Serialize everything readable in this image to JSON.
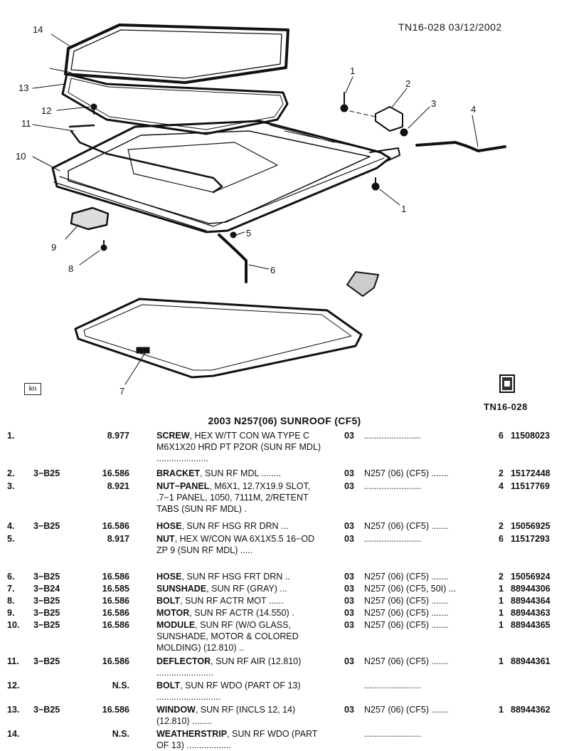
{
  "header": {
    "doc_id_date": "TN16-028  03/12/2002",
    "figure_ref": "TN16-028",
    "kn_label": "kn"
  },
  "callouts": [
    "1",
    "2",
    "3",
    "4",
    "1",
    "5",
    "6",
    "7",
    "8",
    "9",
    "10",
    "11",
    "12",
    "13",
    "14"
  ],
  "table": {
    "title": "2003 N257(06) SUNROOF (CF5)",
    "rows": [
      {
        "num": "1.",
        "ref": "",
        "grp": "8.977",
        "name": "SCREW",
        "desc": ", HEX W/TT CON WA TYPE C M6X1X20 HRD PT PZOR (SUN RF MDL) .....................",
        "yr": "03",
        "ser": ".......................",
        "qty": "6",
        "part": "11508023"
      },
      {
        "num": "2.",
        "ref": "3−B25",
        "grp": "16.586",
        "name": "BRACKET",
        "desc": ", SUN RF MDL ........",
        "yr": "03",
        "ser": "N257 (06) (CF5) .......",
        "qty": "2",
        "part": "15172448"
      },
      {
        "num": "3.",
        "ref": "",
        "grp": "8.921",
        "name": "NUT−PANEL",
        "desc": ", M6X1, 12.7X19.9 SLOT, .7−1 PANEL, 1050, 7111M, 2/RETENT TABS (SUN RF MDL) .",
        "yr": "03",
        "ser": ".......................",
        "qty": "4",
        "part": "11517769"
      },
      {
        "num": "4.",
        "ref": "3−B25",
        "grp": "16.586",
        "name": "HOSE",
        "desc": ", SUN RF HSG RR DRN ...",
        "yr": "03",
        "ser": "N257 (06) (CF5) .......",
        "qty": "2",
        "part": "15056925"
      },
      {
        "num": "5.",
        "ref": "",
        "grp": "8.917",
        "name": "NUT",
        "desc": ", HEX W/CON WA 6X1X5.5 16−OD ZP 9 (SUN RF MDL) .....",
        "yr": "03",
        "ser": ".......................",
        "qty": "6",
        "part": "11517293"
      },
      {
        "num": "6.",
        "ref": "3−B25",
        "grp": "16.586",
        "name": "HOSE",
        "desc": ", SUN RF HSG FRT DRN ..",
        "yr": "03",
        "ser": "N257 (06) (CF5) .......",
        "qty": "2",
        "part": "15056924"
      },
      {
        "num": "7.",
        "ref": "3−B24",
        "grp": "16.585",
        "name": "SUNSHADE",
        "desc": ", SUN RF (GRAY) ...",
        "yr": "03",
        "ser": "N257 (06) (CF5, 50I) ...",
        "qty": "1",
        "part": "88944306"
      },
      {
        "num": "8.",
        "ref": "3−B25",
        "grp": "16.586",
        "name": "BOLT",
        "desc": ", SUN RF ACTR MOT ......",
        "yr": "03",
        "ser": "N257 (06) (CF5) .......",
        "qty": "1",
        "part": "88944364"
      },
      {
        "num": "9.",
        "ref": "3−B25",
        "grp": "16.586",
        "name": "MOTOR",
        "desc": ", SUN RF ACTR (14.550) .",
        "yr": "03",
        "ser": "N257 (06) (CF5) .......",
        "qty": "1",
        "part": "88944363"
      },
      {
        "num": "10.",
        "ref": "3−B25",
        "grp": "16.586",
        "name": "MODULE",
        "desc": ", SUN RF (W/O GLASS, SUNSHADE, MOTOR & COLORED MOLDING) (12.810) ..",
        "yr": "03",
        "ser": "N257 (06) (CF5) .......",
        "qty": "1",
        "part": "88944365"
      },
      {
        "num": "11.",
        "ref": "3−B25",
        "grp": "16.586",
        "name": "DEFLECTOR",
        "desc": ", SUN RF AIR (12.810) .......................",
        "yr": "03",
        "ser": "N257 (06) (CF5) .......",
        "qty": "1",
        "part": "88944361"
      },
      {
        "num": "12.",
        "ref": "",
        "grp": "N.S.",
        "name": "BOLT",
        "desc": ", SUN RF WDO (PART OF 13) ..........................",
        "yr": "",
        "ser": ".......................",
        "qty": "",
        "part": ""
      },
      {
        "num": "13.",
        "ref": "3−B25",
        "grp": "16.586",
        "name": "WINDOW",
        "desc": ", SUN RF (INCLS 12, 14) (12.810) ........",
        "yr": "03",
        "ser": "N257 (06) (CF5) .......",
        "qty": "1",
        "part": "88944362"
      },
      {
        "num": "14.",
        "ref": "",
        "grp": "N.S.",
        "name": "WEATHERSTRIP",
        "desc": ", SUN RF WDO (PART OF 13) ..................",
        "yr": "",
        "ser": ".......................",
        "qty": "",
        "part": ""
      }
    ]
  }
}
